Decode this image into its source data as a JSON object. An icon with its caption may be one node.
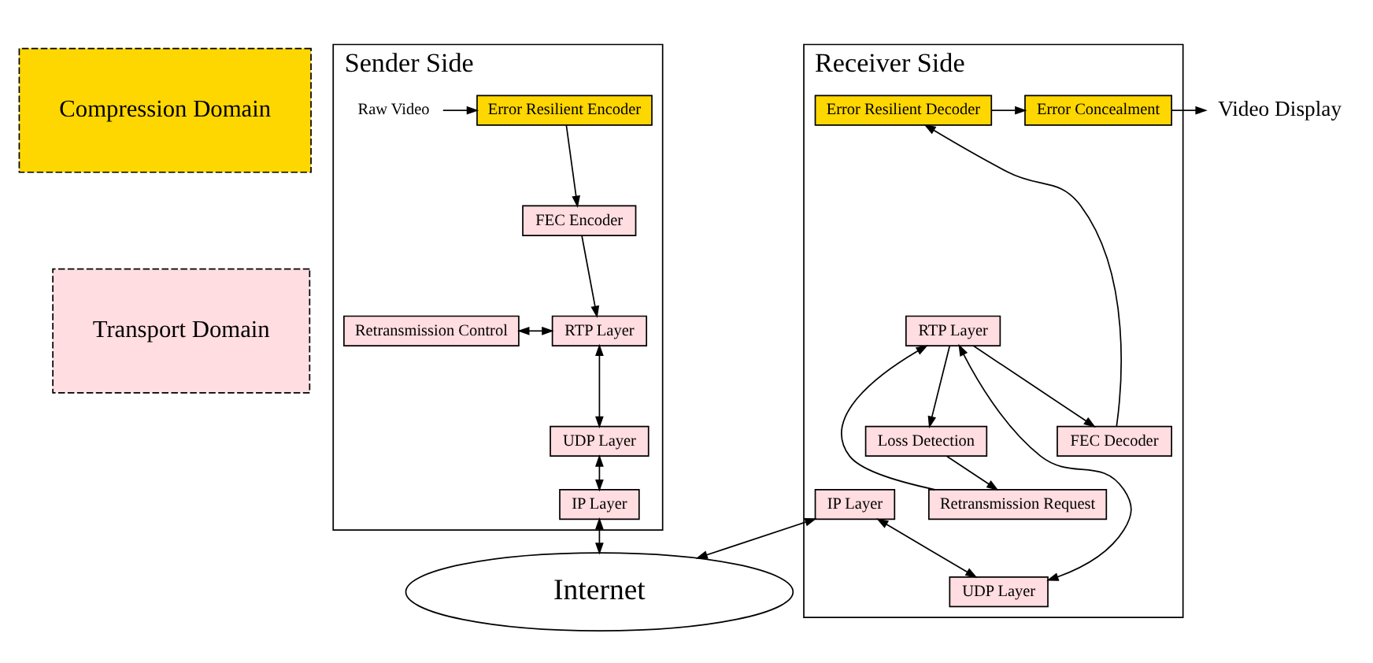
{
  "diagram": {
    "nodes": [
      {
        "text": [
          "Compression Domain"
        ]
      },
      {
        "text": [
          "Transport Domain"
        ]
      },
      {
        "text": [
          "Sender Side"
        ]
      },
      {
        "text": [
          "Raw Video"
        ],
        "in": 2
      },
      {
        "text": [
          "Error Resilient Encoder"
        ],
        "in": 2
      },
      {
        "text": [
          "FEC Encoder"
        ],
        "in": 2
      },
      {
        "text": [
          "Retransmission Control"
        ],
        "in": 2
      },
      {
        "text": [
          "RTP Layer"
        ],
        "in": 2
      },
      {
        "text": [
          "UDP Layer"
        ],
        "in": 2
      },
      {
        "text": [
          "IP Layer"
        ],
        "in": 2
      },
      {
        "text": [
          "Receiver Side"
        ]
      },
      {
        "text": [
          "Error Resilient Decoder"
        ],
        "in": 10
      },
      {
        "text": [
          "Error Concealment"
        ],
        "in": 10
      },
      {
        "text": [
          "FEC Decoder"
        ],
        "in": 10
      },
      {
        "text": [
          "Retransmission Request"
        ],
        "in": 10
      },
      {
        "text": [
          "RTP Layer"
        ],
        "in": 10
      },
      {
        "text": [
          "Loss Detection"
        ],
        "in": 10
      },
      {
        "text": [
          "UDP Layer"
        ],
        "in": 10
      },
      {
        "text": [
          "IP Layer"
        ],
        "in": 10
      },
      {
        "text": [
          "Video Display"
        ]
      },
      {
        "text": [
          "Internet"
        ]
      }
    ],
    "edges": [
      {
        "from": 3,
        "to": 4,
        "arrow": "to"
      },
      {
        "from": 4,
        "to": 5,
        "arrow": "to"
      },
      {
        "from": 5,
        "to": 7,
        "arrow": "to"
      },
      {
        "from": 6,
        "to": 7,
        "arrow": "both"
      },
      {
        "from": 7,
        "to": 8,
        "arrow": "both"
      },
      {
        "from": 8,
        "to": 9,
        "arrow": "both"
      },
      {
        "from": 9,
        "to": 20,
        "arrow": "both"
      },
      {
        "from": 20,
        "to": 18,
        "arrow": "both"
      },
      {
        "from": 18,
        "to": 17,
        "arrow": "both"
      },
      {
        "from": 17,
        "to": 15,
        "arrow": "both"
      },
      {
        "from": 15,
        "to": 13,
        "arrow": "to"
      },
      {
        "from": 13,
        "to": 11,
        "arrow": "to"
      },
      {
        "from": 11,
        "to": 12,
        "arrow": "to"
      },
      {
        "from": 12,
        "to": 19,
        "arrow": "to"
      },
      {
        "from": 15,
        "to": 16,
        "arrow": "to"
      },
      {
        "from": 16,
        "to": 14,
        "arrow": "to"
      },
      {
        "from": 14,
        "to": 15,
        "arrow": "to"
      }
    ]
  }
}
